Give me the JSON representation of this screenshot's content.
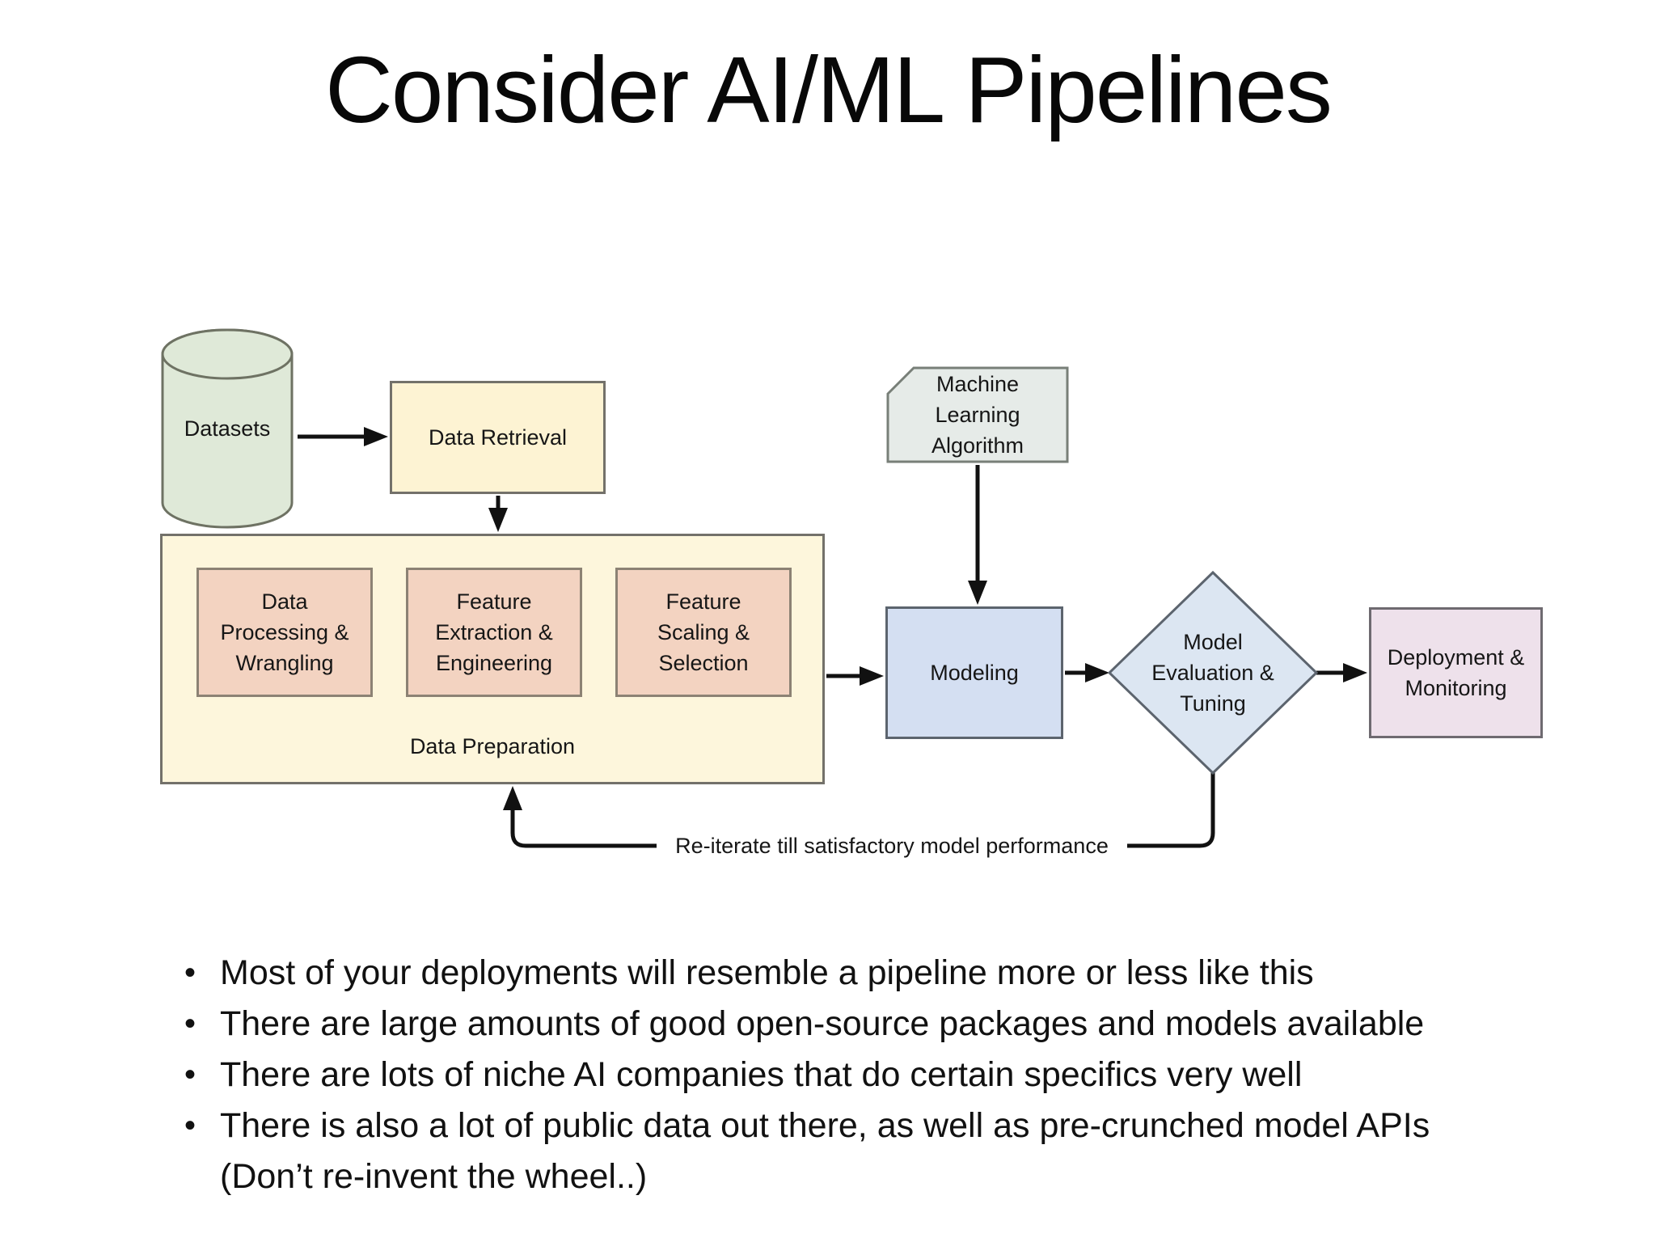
{
  "slide": {
    "title": "Consider AI/ML Pipelines",
    "colors": {
      "datasets_fill": "#dfe9d8",
      "retrieval_fill": "#fdf3d3",
      "prep_fill": "#fdf6dc",
      "step_fill": "#f3d3c1",
      "algorithm_fill": "#e6ebe8",
      "modeling_fill": "#d4dff2",
      "evaluation_fill": "#dce6f2",
      "deployment_fill": "#eee1eb",
      "line_color": "#111111"
    },
    "diagram": {
      "datasets": {
        "label": "Datasets"
      },
      "data_retrieval": {
        "label": "Data Retrieval"
      },
      "data_preparation": {
        "label": "Data Preparation",
        "steps": [
          "Data\nProcessing &\nWrangling",
          "Feature\nExtraction &\nEngineering",
          "Feature\nScaling &\nSelection"
        ]
      },
      "ml_algorithm": {
        "label": "Machine\nLearning\nAlgorithm"
      },
      "modeling": {
        "label": "Modeling"
      },
      "model_evaluation": {
        "label": "Model\nEvaluation &\nTuning"
      },
      "deployment": {
        "label": "Deployment &\nMonitoring"
      },
      "feedback_label": "Re-iterate till satisfactory model performance"
    },
    "bullets": [
      "Most of your deployments will resemble a pipeline more or less like this",
      "There are large amounts of good open-source packages and models available",
      "There are lots of niche AI companies that do certain specifics very well",
      "There is also a lot of public data out there, as well as pre-crunched model APIs\n(Don’t re-invent the wheel..)"
    ],
    "bullet_marker": "•"
  }
}
